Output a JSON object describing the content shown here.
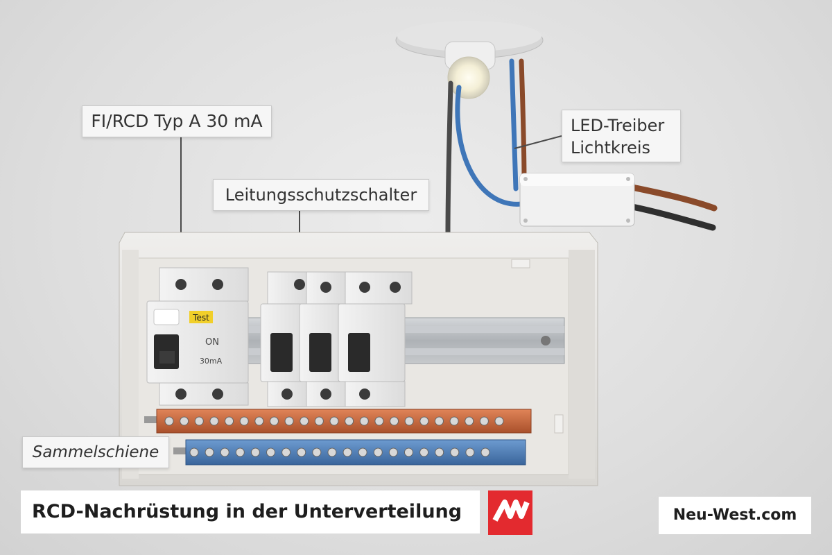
{
  "labels": {
    "rcd": "FI/RCD Typ A 30 mA",
    "mcb": "Leitungsschutzschalter",
    "led_line1": "LED-Treiber",
    "led_line2": "Lichtkreis",
    "busbar": "Sammelschiene"
  },
  "device": {
    "test_button": "Test",
    "on_marking": "ON",
    "rating_marking": "30mA"
  },
  "footer": {
    "title": "RCD-Nachrüstung in der Unterverteilung",
    "site": "Neu-West.com",
    "brand_color": "#e32a2f"
  },
  "colors": {
    "wall": "#dedede",
    "enclosure": "#e7e5e2",
    "din_rail": "#b8bcc0",
    "copper_busbar": "#c8643a",
    "neutral_busbar": "#4d7db8",
    "wire_blue": "#3f76b8",
    "wire_brown": "#8a4a2a",
    "wire_grey": "#4a4a4a"
  }
}
